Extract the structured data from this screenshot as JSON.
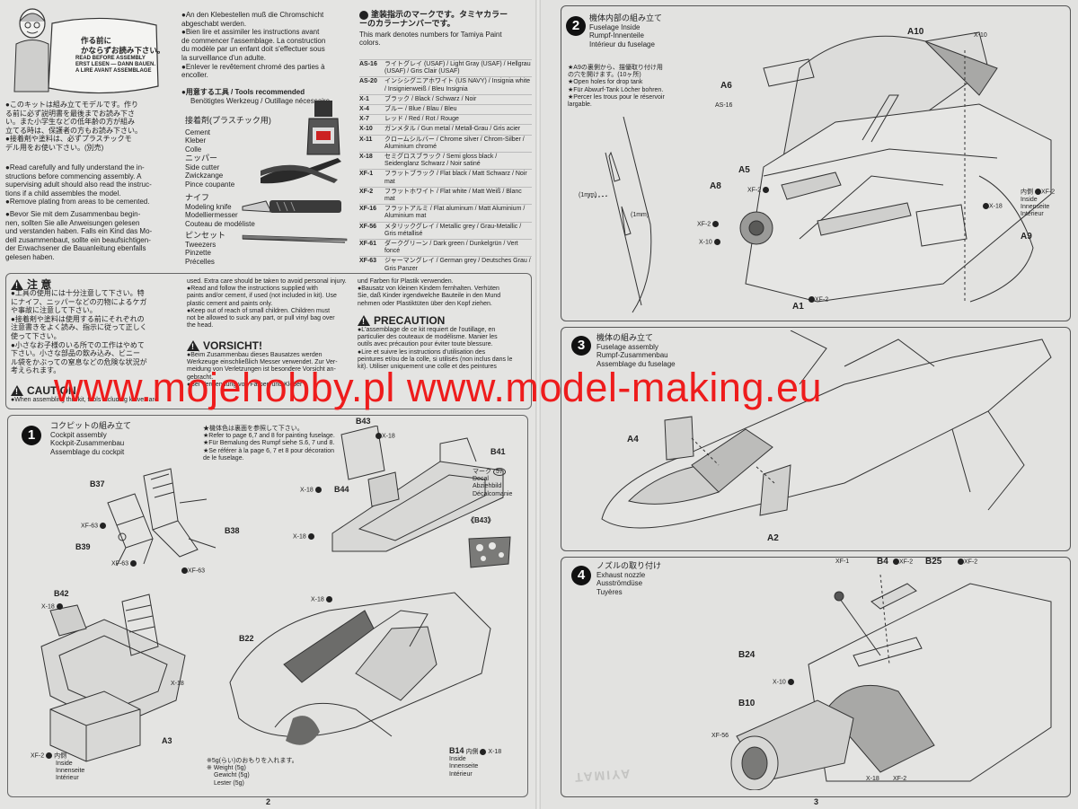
{
  "watermark": "www.mojehobby.pl www.model-making.eu",
  "pages": {
    "left": "2",
    "right": "3"
  },
  "intro": {
    "badge_jp": "作る前に\nかならずお読み下さい。",
    "badge_en": "READ BEFORE ASSEMBLY\nERST LESEN — DANN BAUEN.\nA LIRE AVANT ASSEMBLAGE",
    "jp_lines": [
      "●このキットは組み立てモデルです。作り",
      "る前に必ず説明書を最後までお読み下さ",
      "い。また小学生などの低年齢の方が組み",
      "立てる時は、保護者の方もお読み下さい。",
      "●接着剤や塗料は、必ずプラスチックモ",
      "デル用をお使い下さい。(別売)"
    ],
    "en_lines": [
      "●Read carefully and fully understand the in-",
      "structions before commencing assembly. A",
      "supervising adult should also read the instruc-",
      "tions if a child assembles the model.",
      "●Remove plating from areas to be cemented."
    ],
    "de_lines": [
      "●Bevor Sie mit dem Zusammenbau begin-",
      "nen, sollten Sie alle Anweisungen gelesen",
      "und verstanden haben. Falls ein Kind das Mo-",
      "dell zusammenbaut, sollte ein beaufsichtigen-",
      "der Erwachsener die Bauanleitung ebenfalls",
      "gelesen haben."
    ]
  },
  "chrome": {
    "lines": [
      "●An den Klebestellen muß die Chromschicht",
      "abgeschabt werden.",
      "●Bien lire et assimiler les instructions avant",
      "de commencer l'assemblage. La construction",
      "du modèle par un enfant doit s'effectuer sous",
      "la surveillance d'un adulte.",
      "●Enlever le revêtement chromé des parties à",
      "encoller."
    ]
  },
  "tools": {
    "title": "●用意する工具 / Tools recommended",
    "subtitle": "Benötigtes Werkzeug / Outillage nécessaire",
    "items": [
      {
        "jp": "接着剤(プラスチック用)",
        "lines": [
          "Cement",
          "Kleber",
          "Colle"
        ]
      },
      {
        "jp": "ニッパー",
        "lines": [
          "Side cutter",
          "Zwickzange",
          "Pince coupante"
        ]
      },
      {
        "jp": "ナイフ",
        "lines": [
          "Modeling knife",
          "Modelliermesser",
          "Couteau de modéliste"
        ]
      },
      {
        "jp": "ピンセット",
        "lines": [
          "Tweezers",
          "Pinzette",
          "Précelles"
        ]
      }
    ]
  },
  "paints": {
    "title_jp": "塗装指示のマークです。タミヤカラー",
    "title_jp2": "ーのカラーナンバーです。",
    "title_en": "This mark denotes numbers for Tamiya Paint",
    "title_en2": "colors.",
    "items": [
      {
        "code": "AS-16",
        "name": "ライトグレイ (USAF) / Light Gray (USAF) / Hellgrau (USAF) / Gris Clair (USAF)"
      },
      {
        "code": "AS-20",
        "name": "インシシグニアホワイト (US NAVY) / Insignia white / Insignienweiß / Bleu Insignia"
      },
      {
        "code": "X-1",
        "name": "ブラック / Black / Schwarz / Noir"
      },
      {
        "code": "X-4",
        "name": "ブルー / Blue / Blau / Bleu"
      },
      {
        "code": "X-7",
        "name": "レッド / Red / Rot / Rouge"
      },
      {
        "code": "X-10",
        "name": "ガンメタル / Gun metal / Metall-Grau / Gris acier"
      },
      {
        "code": "X-11",
        "name": "クロームシルバー / Chrome silver / Chrom-Silber / Aluminium chromé"
      },
      {
        "code": "X-18",
        "name": "セミグロスブラック / Semi gloss black / Seidenglanz Schwarz / Noir satiné"
      },
      {
        "code": "XF-1",
        "name": "フラットブラック / Flat black / Matt Schwarz / Noir mat"
      },
      {
        "code": "XF-2",
        "name": "フラットホワイト / Flat white / Matt Weiß / Blanc mat"
      },
      {
        "code": "XF-16",
        "name": "フラットアルミ / Flat aluminum / Matt Aluminium / Aluminium mat"
      },
      {
        "code": "XF-56",
        "name": "メタリックグレイ / Metallic grey / Grau-Metallic / Gris métallisé"
      },
      {
        "code": "XF-61",
        "name": "ダークグリーン / Dark green / Dunkelgrün / Vert foncé"
      },
      {
        "code": "XF-63",
        "name": "ジャーマングレイ / German grey / Deutsches Grau / Gris Panzer"
      }
    ]
  },
  "caution": {
    "title_jp": "注 意",
    "jp_lines": [
      "●工具の使用には十分注意して下さい。特",
      "にナイフ、ニッパーなどの刃物によるケガ",
      "や事故に注意して下さい。",
      "●接着剤や塗料は使用する前にそれぞれの",
      "注意書きをよく読み、指示に従って正しく",
      "使って下さい。",
      "●小さなお子様のいる所での工作はやめて",
      "下さい。小さな部品の飲み込み、ビニー",
      "ル袋をかぶっての窒息などの危険な状況が",
      "考えられます。"
    ],
    "title_en": "CAUTION",
    "en_lines": [
      "●When assembling this kit, tools including knives are"
    ],
    "col2_lines": [
      "used. Extra care should be taken to avoid personal injury.",
      "●Read and follow the instructions supplied with",
      "paints and/or cement, if used (not included in kit). Use",
      "plastic cement and paints only.",
      "●Keep out of reach of small children. Children must",
      "not be allowed to suck any part, or pull vinyl bag over",
      "the head."
    ],
    "vorsicht_title": "VORSICHT!",
    "vorsicht_lines": [
      "●Beim Zusammenbau dieses Bausatzes werden",
      "Werkzeuge einschließlich Messer verwendet. Zur Ver-",
      "meidung von Verletzungen ist besondere Vorsicht an-",
      "gebracht.",
      "●Bei Verwendung von Farben und Kleber"
    ],
    "col3_lines": [
      "und Farben für Plastik verwenden.",
      "●Bausatz von kleinen Kindern fernhalten. Verhüten",
      "Sie, daß Kinder irgendwelche Bauteile in den Mund",
      "nehmen oder Plastiktüten über den Kopf ziehen."
    ],
    "precaution_title": "PRECAUTION",
    "precaution_lines": [
      "●L'assemblage de ce kit requiert de l'outillage, en",
      "particulier des couteaux de modélisme. Manier les",
      "outils avec précaution pour éviter toute blessure.",
      "●Lire et suivre les instructions d'utilisation des",
      "peintures et/ou de la colle, si utilisés (non inclus dans le",
      "kit). Utiliser uniquement une colle et des peintures"
    ]
  },
  "step1": {
    "num": "1",
    "title_jp": "コクピットの組み立て",
    "title_lines": [
      "Cockpit assembly",
      "Kockpit-Zusammenbau",
      "Assemblage du cockpit"
    ],
    "note_lines": [
      "★機体色は裏面を参照して下さい。",
      "★Refer to page 6,7 and 8 for painting fuselage.",
      "★Für Bemalung des Rumpf siehe S.6, 7 und 8.",
      "★Se référer à la page 6, 7 et 8 pour décoration",
      "de le fuselage."
    ],
    "decal": {
      "jp": "マーク",
      "num": "57",
      "lines": [
        "Decal",
        "Abziehbild",
        "Décalcomanie"
      ],
      "part": "《B43》"
    },
    "inside": {
      "jp": "内側",
      "lines": [
        "Inside",
        "Innenseite",
        "Intérieur"
      ]
    },
    "inside2": {
      "jp": "内側",
      "lines": [
        "Inside",
        "Innenseite",
        "Intérieur"
      ]
    },
    "weight": {
      "jp": "※5g(らい)のおもりを入れます。",
      "lines": [
        "※ Weight (5g)",
        "Gewicht (5g)",
        "Lester (5g)"
      ]
    },
    "labels": {
      "b37": "B37",
      "b38": "B38",
      "b39": "B39",
      "b42": "B42",
      "b43": "B43",
      "b44": "B44",
      "b41": "B41",
      "b22": "B22",
      "b14": "B14",
      "a3": "A3"
    },
    "paints": {
      "xf63a": "XF-63",
      "xf63b": "XF-63",
      "xf63c": "XF-63",
      "x18a": "X-18",
      "x18b": "X-18",
      "x18c": "X-18",
      "x18d": "X-18",
      "x18e": "X-18",
      "x18f": "X-18",
      "xf2": "XF-2"
    }
  },
  "step2": {
    "num": "2",
    "title_jp": "機体内部の組み立て",
    "title_lines": [
      "Fuselage Inside",
      "Rumpf-Innenteile",
      "Intérieur du fuselage"
    ],
    "note_lines": [
      "★A9の裏側から、描優取り付け用",
      "の穴を開けます。(10ヶ所)",
      "★Open holes for drop tank",
      "★Für Abwurf-Tank Löcher bohren.",
      "★Percer les trous pour le réservoir",
      "largable."
    ],
    "mm1": "(1mm)",
    "mm2": "(1mm)",
    "inside": {
      "jp": "内側",
      "lines": [
        "Inside",
        "Innenseite",
        "Intérieur"
      ]
    },
    "labels": {
      "a10": "A10",
      "a6": "A6",
      "a5": "A5",
      "a8": "A8",
      "a9": "A9",
      "a1": "A1"
    },
    "paints": {
      "x10a": "X-10",
      "as16": "AS-16",
      "xf2a": "XF-2",
      "xf2b": "XF-2",
      "x10b": "X-10",
      "xf2c": "XF-2",
      "x18": "X-18",
      "xf2d": "XF-2"
    }
  },
  "step3": {
    "num": "3",
    "title_jp": "機体の組み立て",
    "title_lines": [
      "Fuselage assembly",
      "Rumpf-Zusammenbau",
      "Assemblage du fuselage"
    ],
    "labels": {
      "a4": "A4",
      "a2": "A2"
    }
  },
  "step4": {
    "num": "4",
    "title_jp": "ノズルの取り付け",
    "title_lines": [
      "Exhaust nozzle",
      "Ausströmdüse",
      "Tuyères"
    ],
    "labels": {
      "b4": "B4",
      "b25": "B25",
      "b24": "B24",
      "b10": "B10"
    },
    "paints": {
      "xf1": "XF-1",
      "xf2a": "XF-2",
      "xf2b": "XF-2",
      "x10": "X-10",
      "xf56": "XF-56",
      "x18": "X-18",
      "xf2c": "XF-2"
    },
    "brand": "TAMIYA"
  }
}
